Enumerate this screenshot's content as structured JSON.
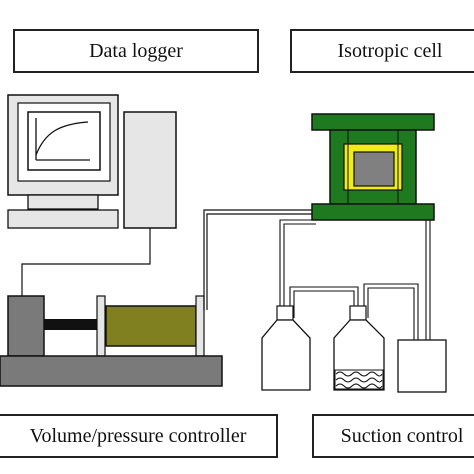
{
  "labels": {
    "data_logger": "Data logger",
    "isotropic_cell": "Isotropic cell",
    "volume_pressure_controller": "Volume/pressure controller",
    "suction_control": "Suction control"
  },
  "colors": {
    "cell_frame": "#1f7a1f",
    "cell_inner": "#f0ec1a",
    "sample": "#808080",
    "controller_base": "#7a7a7a",
    "controller_cylinder": "#808020",
    "outline": "#111111"
  }
}
